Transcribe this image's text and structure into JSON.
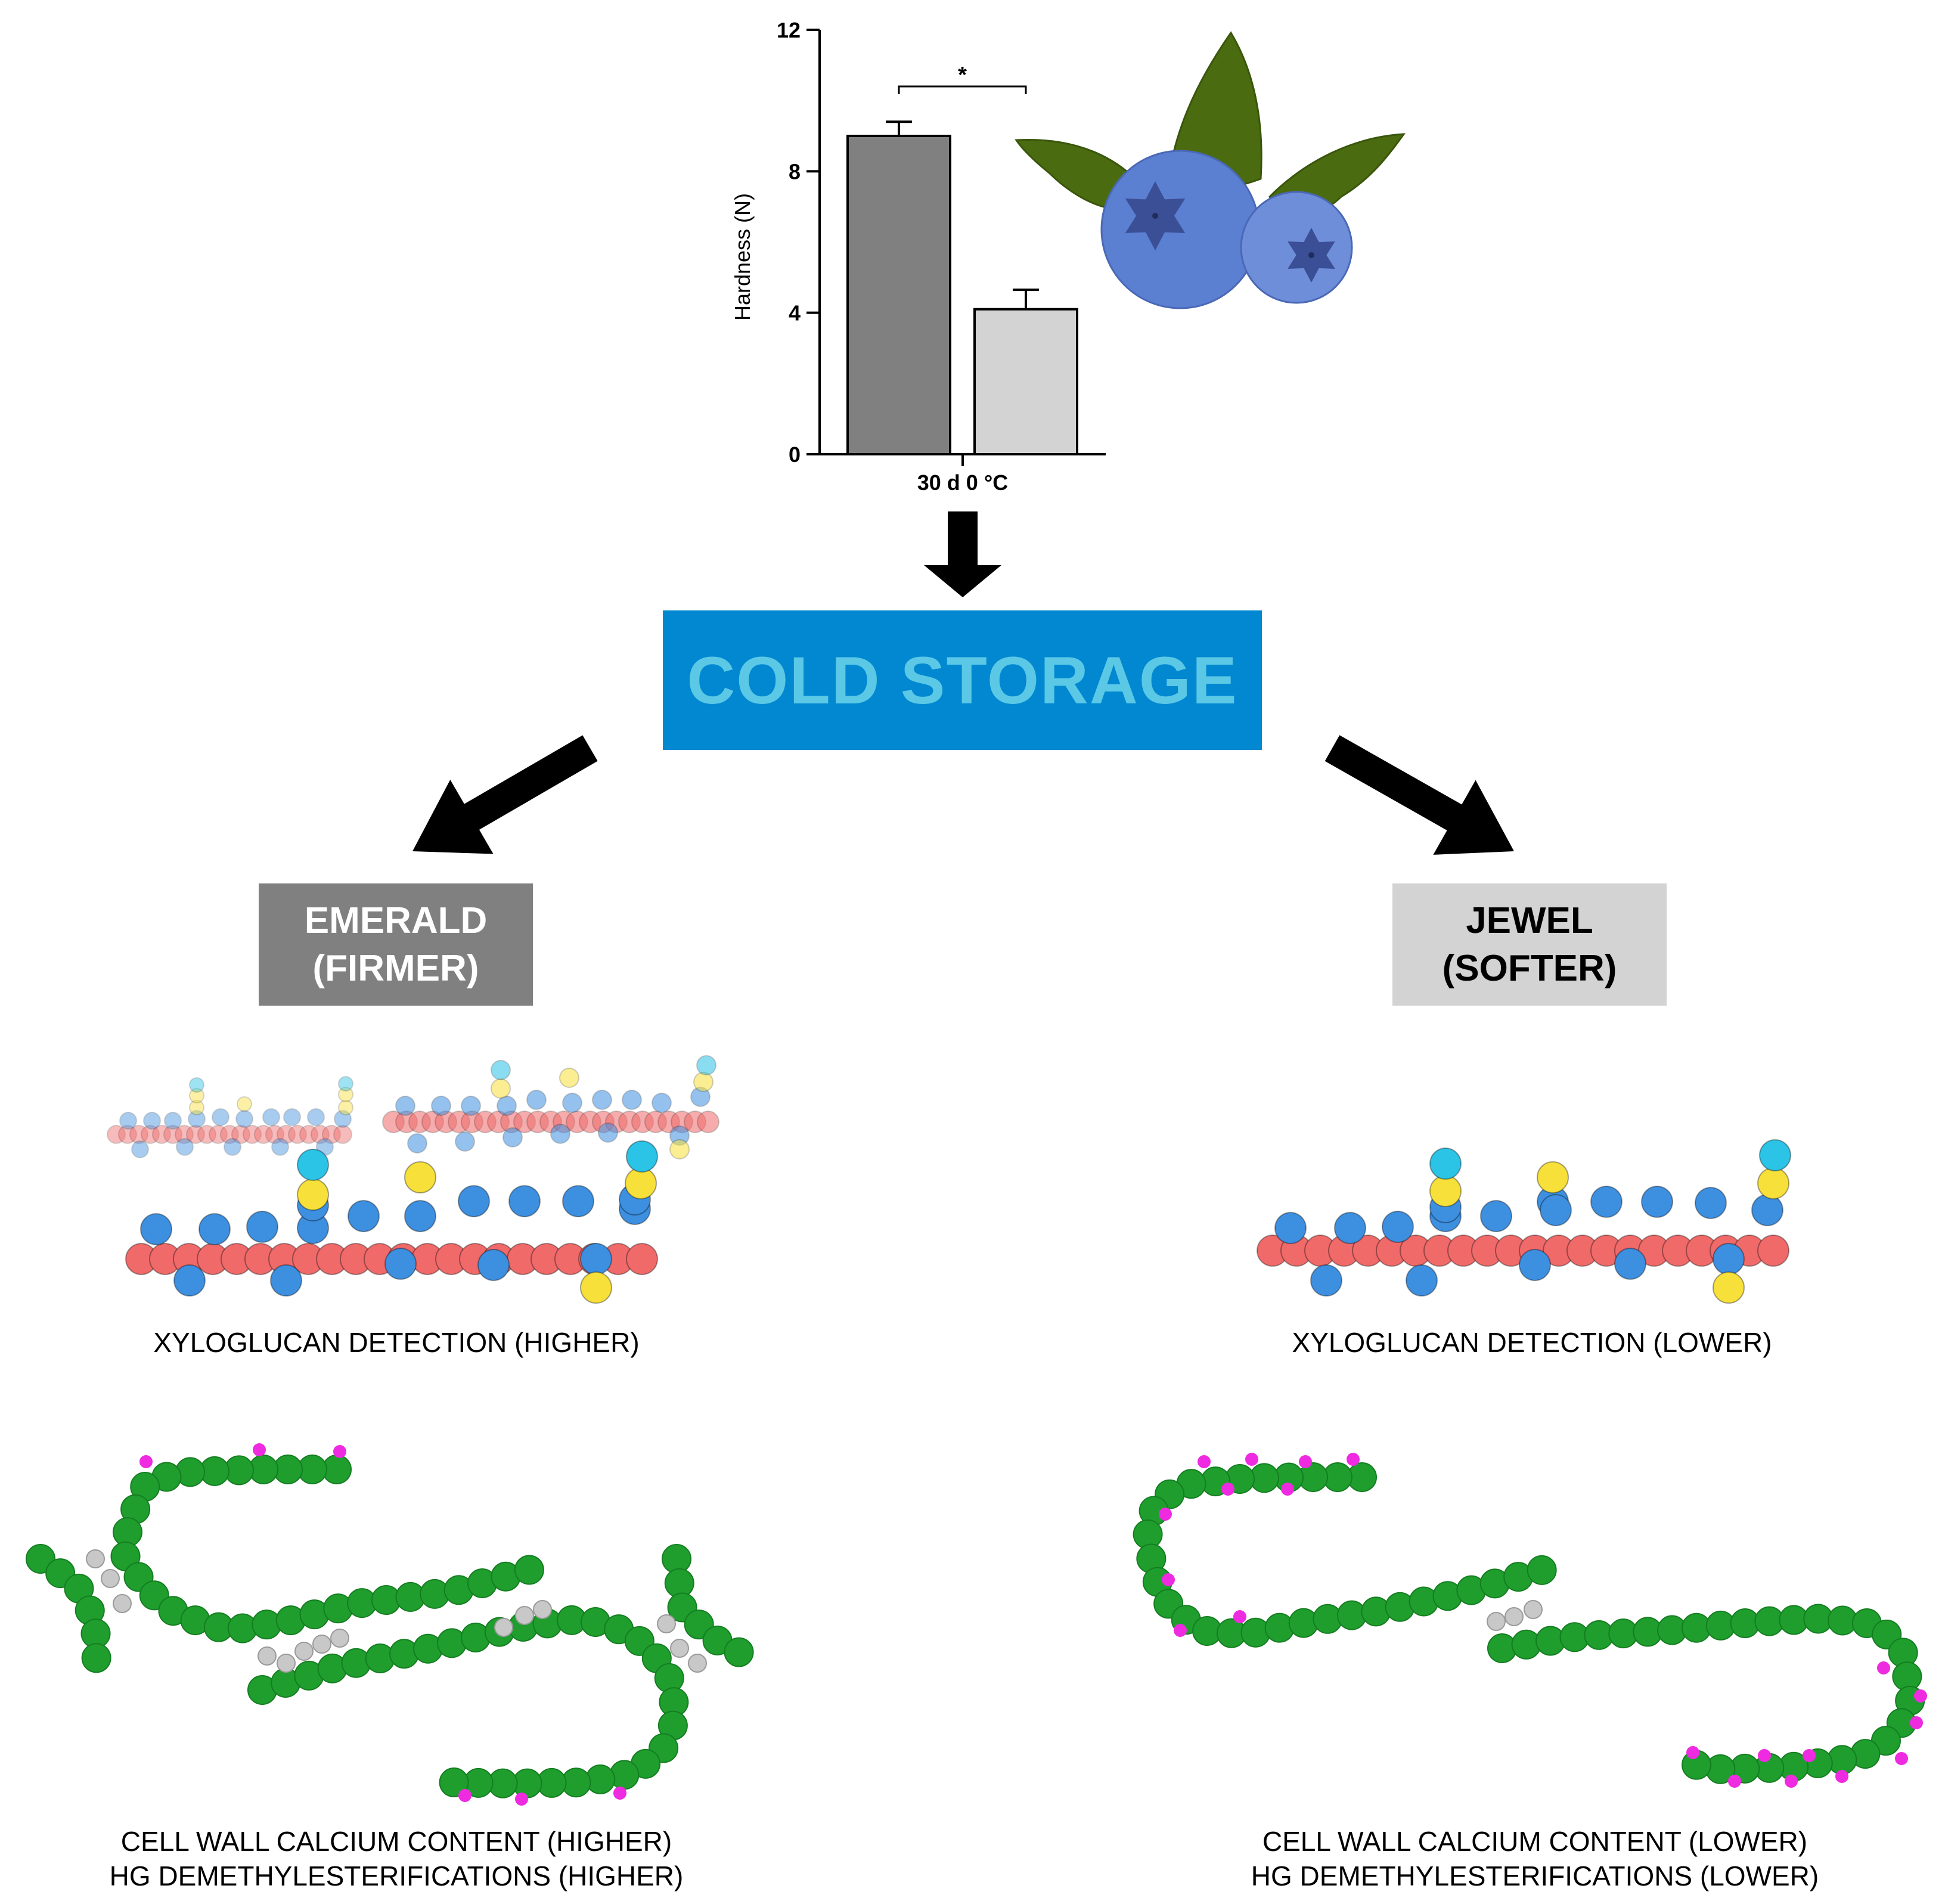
{
  "chart_data": {
    "type": "bar",
    "categories": [
      "30 d 0 °C"
    ],
    "series": [
      {
        "values": [
          9.0
        ],
        "error": [
          0.4
        ],
        "color": "#808080"
      },
      {
        "values": [
          4.1
        ],
        "error": [
          0.55
        ],
        "color": "#d3d3d3"
      }
    ],
    "ylabel": "Hardness (N)",
    "xlabel": "",
    "ylim": [
      0,
      12
    ],
    "yticks": [
      0,
      4,
      8,
      12
    ],
    "significance": "*",
    "grid": false
  },
  "diagram": {
    "center_label": "COLD STORAGE",
    "center_bg": "#0288d1",
    "center_text_color": "#5bc8e6",
    "left_variety": {
      "name": "EMERALD",
      "note": "(FIRMER)",
      "bg": "#808080",
      "text_color": "#ffffff"
    },
    "right_variety": {
      "name": "JEWEL",
      "note": "(SOFTER)",
      "bg": "#d3d3d3",
      "text_color": "#000000"
    },
    "left_xyloglucan": "XYLOGLUCAN DETECTION (HIGHER)",
    "right_xyloglucan": "XYLOGLUCAN DETECTION (LOWER)",
    "left_calcium": "CELL WALL CALCIUM CONTENT (HIGHER)",
    "left_hg": "HG DEMETHYLESTERIFICATIONS (HIGHER)",
    "right_calcium": "CELL WALL CALCIUM CONTENT (LOWER)",
    "right_hg": "HG DEMETHYLESTERIFICATIONS (LOWER)"
  },
  "colors": {
    "glucose": "#f06a6a",
    "xylose": "#3d8fe0",
    "galactose": "#f7e03a",
    "fucose": "#2bc3e6",
    "pectin": "#1f9e2e",
    "methyl": "#ee2be0",
    "calcium": "#c8c8c8",
    "blueberry": "#5b7fd1",
    "leaf": "#4a6b10"
  }
}
